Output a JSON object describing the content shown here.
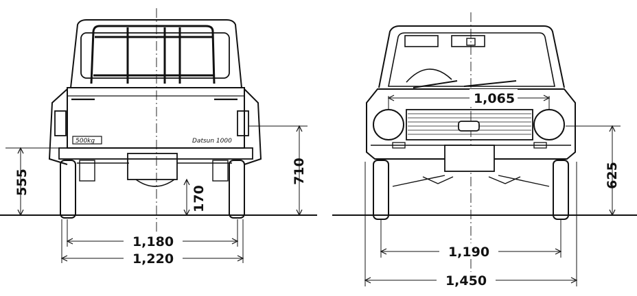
{
  "rear_view": {
    "plate_label": "500kg",
    "badge": "Datsun 1000",
    "dims": {
      "inner_track": "1,180",
      "outer_width": "1,220",
      "height_bed": "555",
      "height_lamp": "710",
      "ground_clearance": "170"
    }
  },
  "front_view": {
    "dims": {
      "lamp_spacing": "1,065",
      "inner_track": "1,190",
      "outer_width": "1,450",
      "height_lamp": "625"
    }
  },
  "colors": {
    "ink": "#111111",
    "paper": "#ffffff"
  }
}
